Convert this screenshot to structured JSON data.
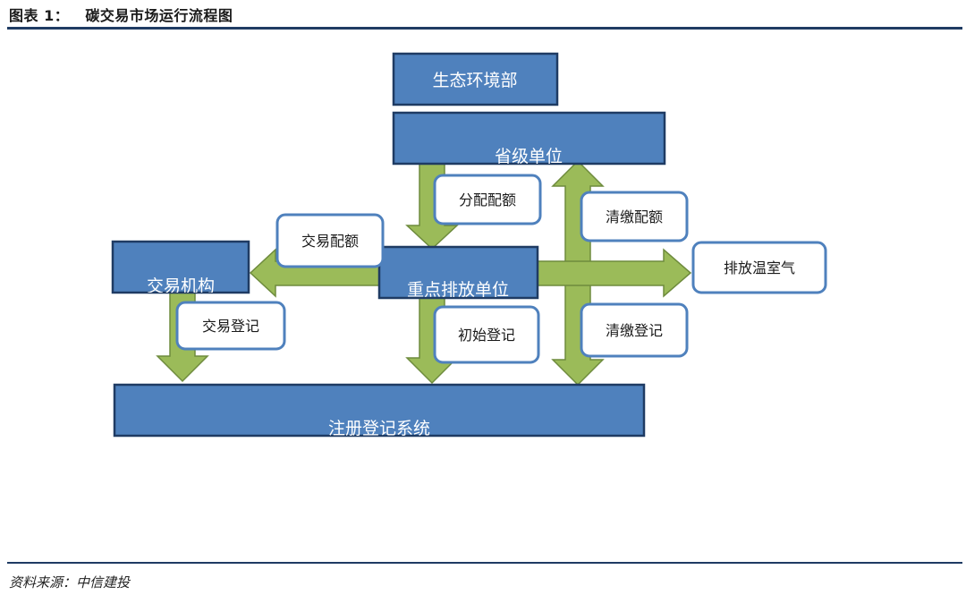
{
  "figure": {
    "title": "图表 1：   碳交易市场运行流程图",
    "source": "资料来源：中信建投"
  },
  "nodes": {
    "env_ministry": "生态环境部",
    "provincial": "省级单位",
    "key_emitters": "重点排放单位",
    "trading_agency": "交易机构",
    "registry": "注册登记系统"
  },
  "labels": {
    "allocation": "分配配额",
    "trading_quota": "交易配额",
    "trading_registration": "交易登记",
    "initial_registration": "初始登记",
    "settlement_quota": "清缴配额",
    "settlement_registration": "清缴登记",
    "ghg_emission": "排放温室气"
  },
  "colors": {
    "box_fill": "#4f81bd",
    "box_border": "#1f3b63",
    "arrow_fill": "#9bbb59",
    "arrow_border": "#6e8b3d",
    "label_border": "#4f81bd",
    "rule": "#1f3b63"
  }
}
